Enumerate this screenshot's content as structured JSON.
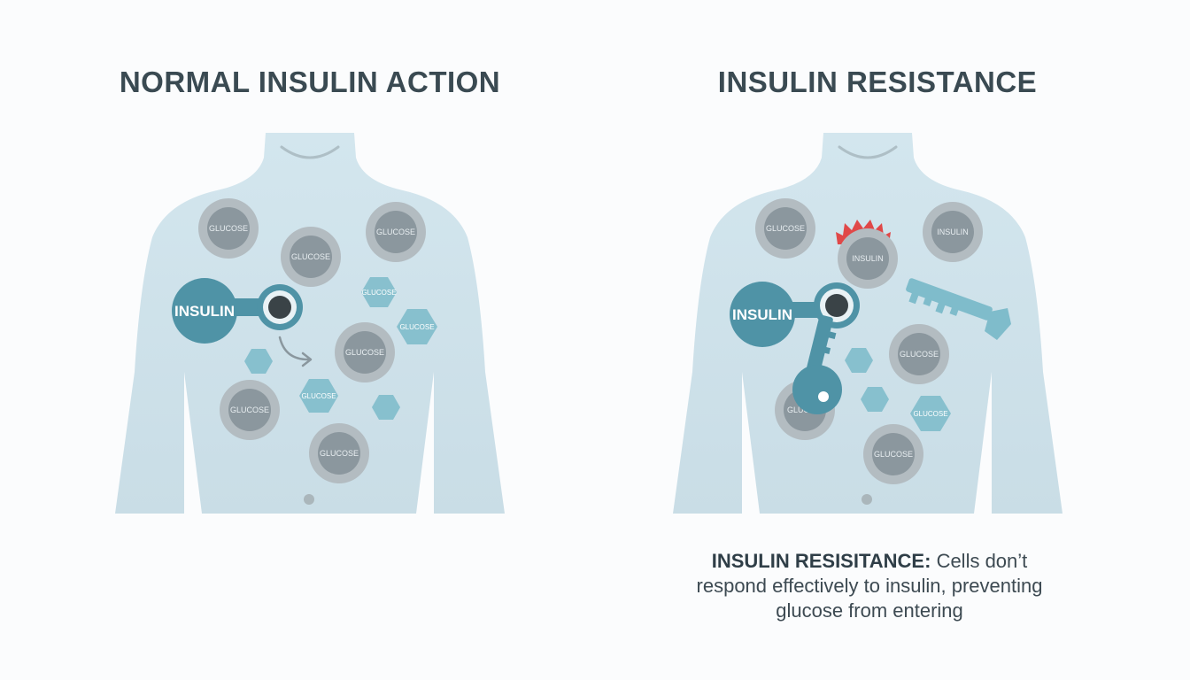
{
  "left_panel": {
    "title": "NORMAL INSULIN ACTION",
    "insulin_label": "INSULIN",
    "glucose_label": "GLUCOSE"
  },
  "right_panel": {
    "title": "INSULIN RESISTANCE",
    "insulin_label": "INSULIN",
    "glucose_label": "GLUCOSE",
    "blocked_cell_label": "INSULIN",
    "upper_right_cell_label": "INSULIN",
    "partially_hidden_label": "GLUCO"
  },
  "caption": {
    "bold": "INSULIN RESISITANCE:",
    "text": "Cells don’t respond effectively to insulin, preventing glucose from entering"
  },
  "colors": {
    "body_fill": "#cfe3eb",
    "cell_outer": "#b3bcc1",
    "cell_inner": "#8b979e",
    "insulin_teal": "#4f93a6",
    "hexagon_teal": "#7fbccb",
    "alert_red": "#e04848"
  }
}
